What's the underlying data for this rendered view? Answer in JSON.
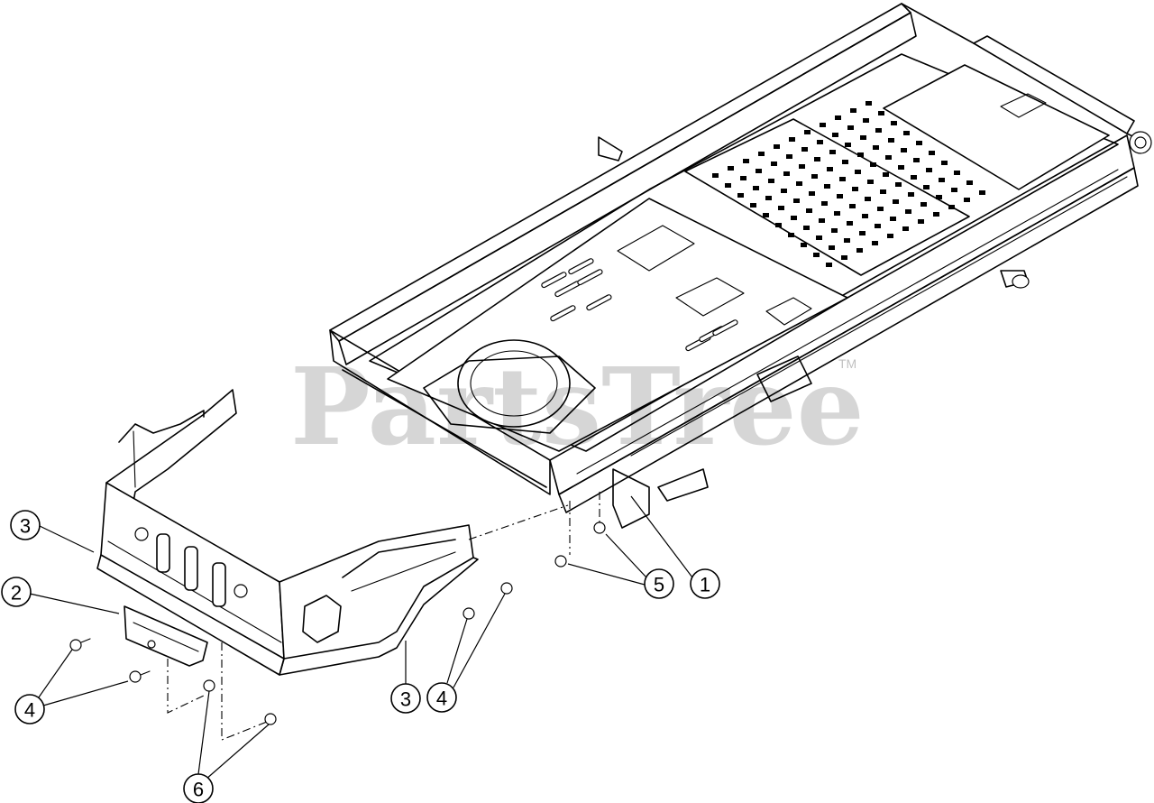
{
  "watermark": {
    "text": "PartsTree",
    "trademark": "TM"
  },
  "callouts": [
    {
      "id": "c1",
      "label": "1"
    },
    {
      "id": "c2",
      "label": "2"
    },
    {
      "id": "c3a",
      "label": "3"
    },
    {
      "id": "c3b",
      "label": "3"
    },
    {
      "id": "c4a",
      "label": "4"
    },
    {
      "id": "c4b",
      "label": "4"
    },
    {
      "id": "c5",
      "label": "5"
    },
    {
      "id": "c6",
      "label": "6"
    }
  ]
}
